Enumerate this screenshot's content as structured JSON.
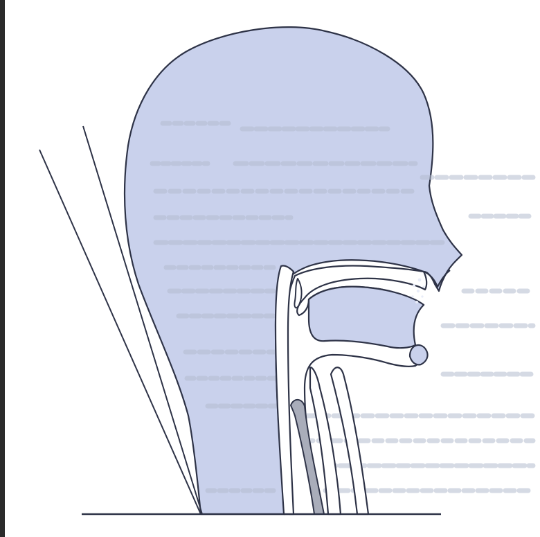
{
  "figure": {
    "type": "vocal-tract-sagittal-section",
    "colors": {
      "page": "#ffffff",
      "left_edge": "#2b2b2b",
      "head_fill": "#c9d1ec",
      "outline": "#2e3347",
      "air_cavity": "#ffffff",
      "cartilage": "#a9adba",
      "show_through_text": "#b4bccf",
      "airflow_dots": "#e8ecf8"
    },
    "parts": [
      "head",
      "oral-cavity",
      "nasal-cavity",
      "pharynx",
      "larynx",
      "trachea",
      "esophagus",
      "sight-lines",
      "baseline"
    ]
  }
}
